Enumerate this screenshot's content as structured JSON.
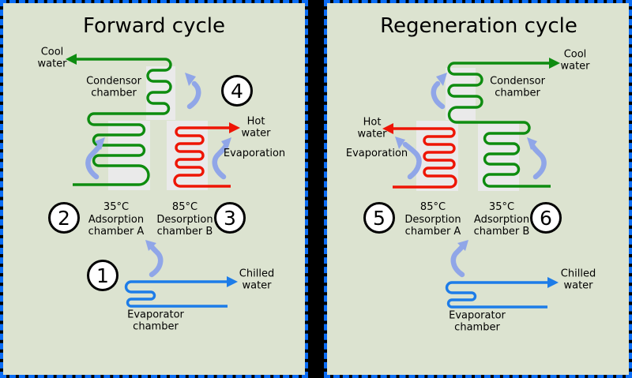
{
  "colors": {
    "page_background": "#000000",
    "panel_background": "#dce3d0",
    "border_dash_blue": "#0a6cf5",
    "coil_green": "#0e8c10",
    "coil_red": "#ee1505",
    "coil_blue": "#1d7ce8",
    "vapor_arrow_blue": "#90a6e8",
    "chamber_strip_gray": "#eaeaea",
    "badge_fill": "#ffffff",
    "text": "#000000"
  },
  "panels": [
    {
      "title": "Forward cycle",
      "cool_water": [
        "Cool",
        "water"
      ],
      "condenser": [
        "Condensor",
        "chamber"
      ],
      "hot_water": [
        "Hot",
        "water"
      ],
      "evaporation": "Evaporation",
      "chamber_a": [
        "35°C",
        "Adsorption",
        "chamber A"
      ],
      "chamber_b": [
        "85°C",
        "Desorption",
        "chamber B"
      ],
      "chilled_water": [
        "Chilled",
        "water"
      ],
      "evaporator": [
        "Evaporator",
        "chamber"
      ],
      "badges": {
        "evaporator": "1",
        "chamber_a": "2",
        "chamber_b": "3",
        "condenser": "4"
      }
    },
    {
      "title": "Regeneration cycle",
      "cool_water": [
        "Cool",
        "water"
      ],
      "condenser": [
        "Condensor",
        "chamber"
      ],
      "hot_water": [
        "Hot",
        "water"
      ],
      "evaporation": "Evaporation",
      "chamber_a": [
        "85°C",
        "Desorption",
        "chamber A"
      ],
      "chamber_b": [
        "35°C",
        "Adsorption",
        "chamber B"
      ],
      "chilled_water": [
        "Chilled",
        "water"
      ],
      "evaporator": [
        "Evaporator",
        "chamber"
      ],
      "badges": {
        "chamber_a": "5",
        "chamber_b": "6"
      }
    }
  ]
}
